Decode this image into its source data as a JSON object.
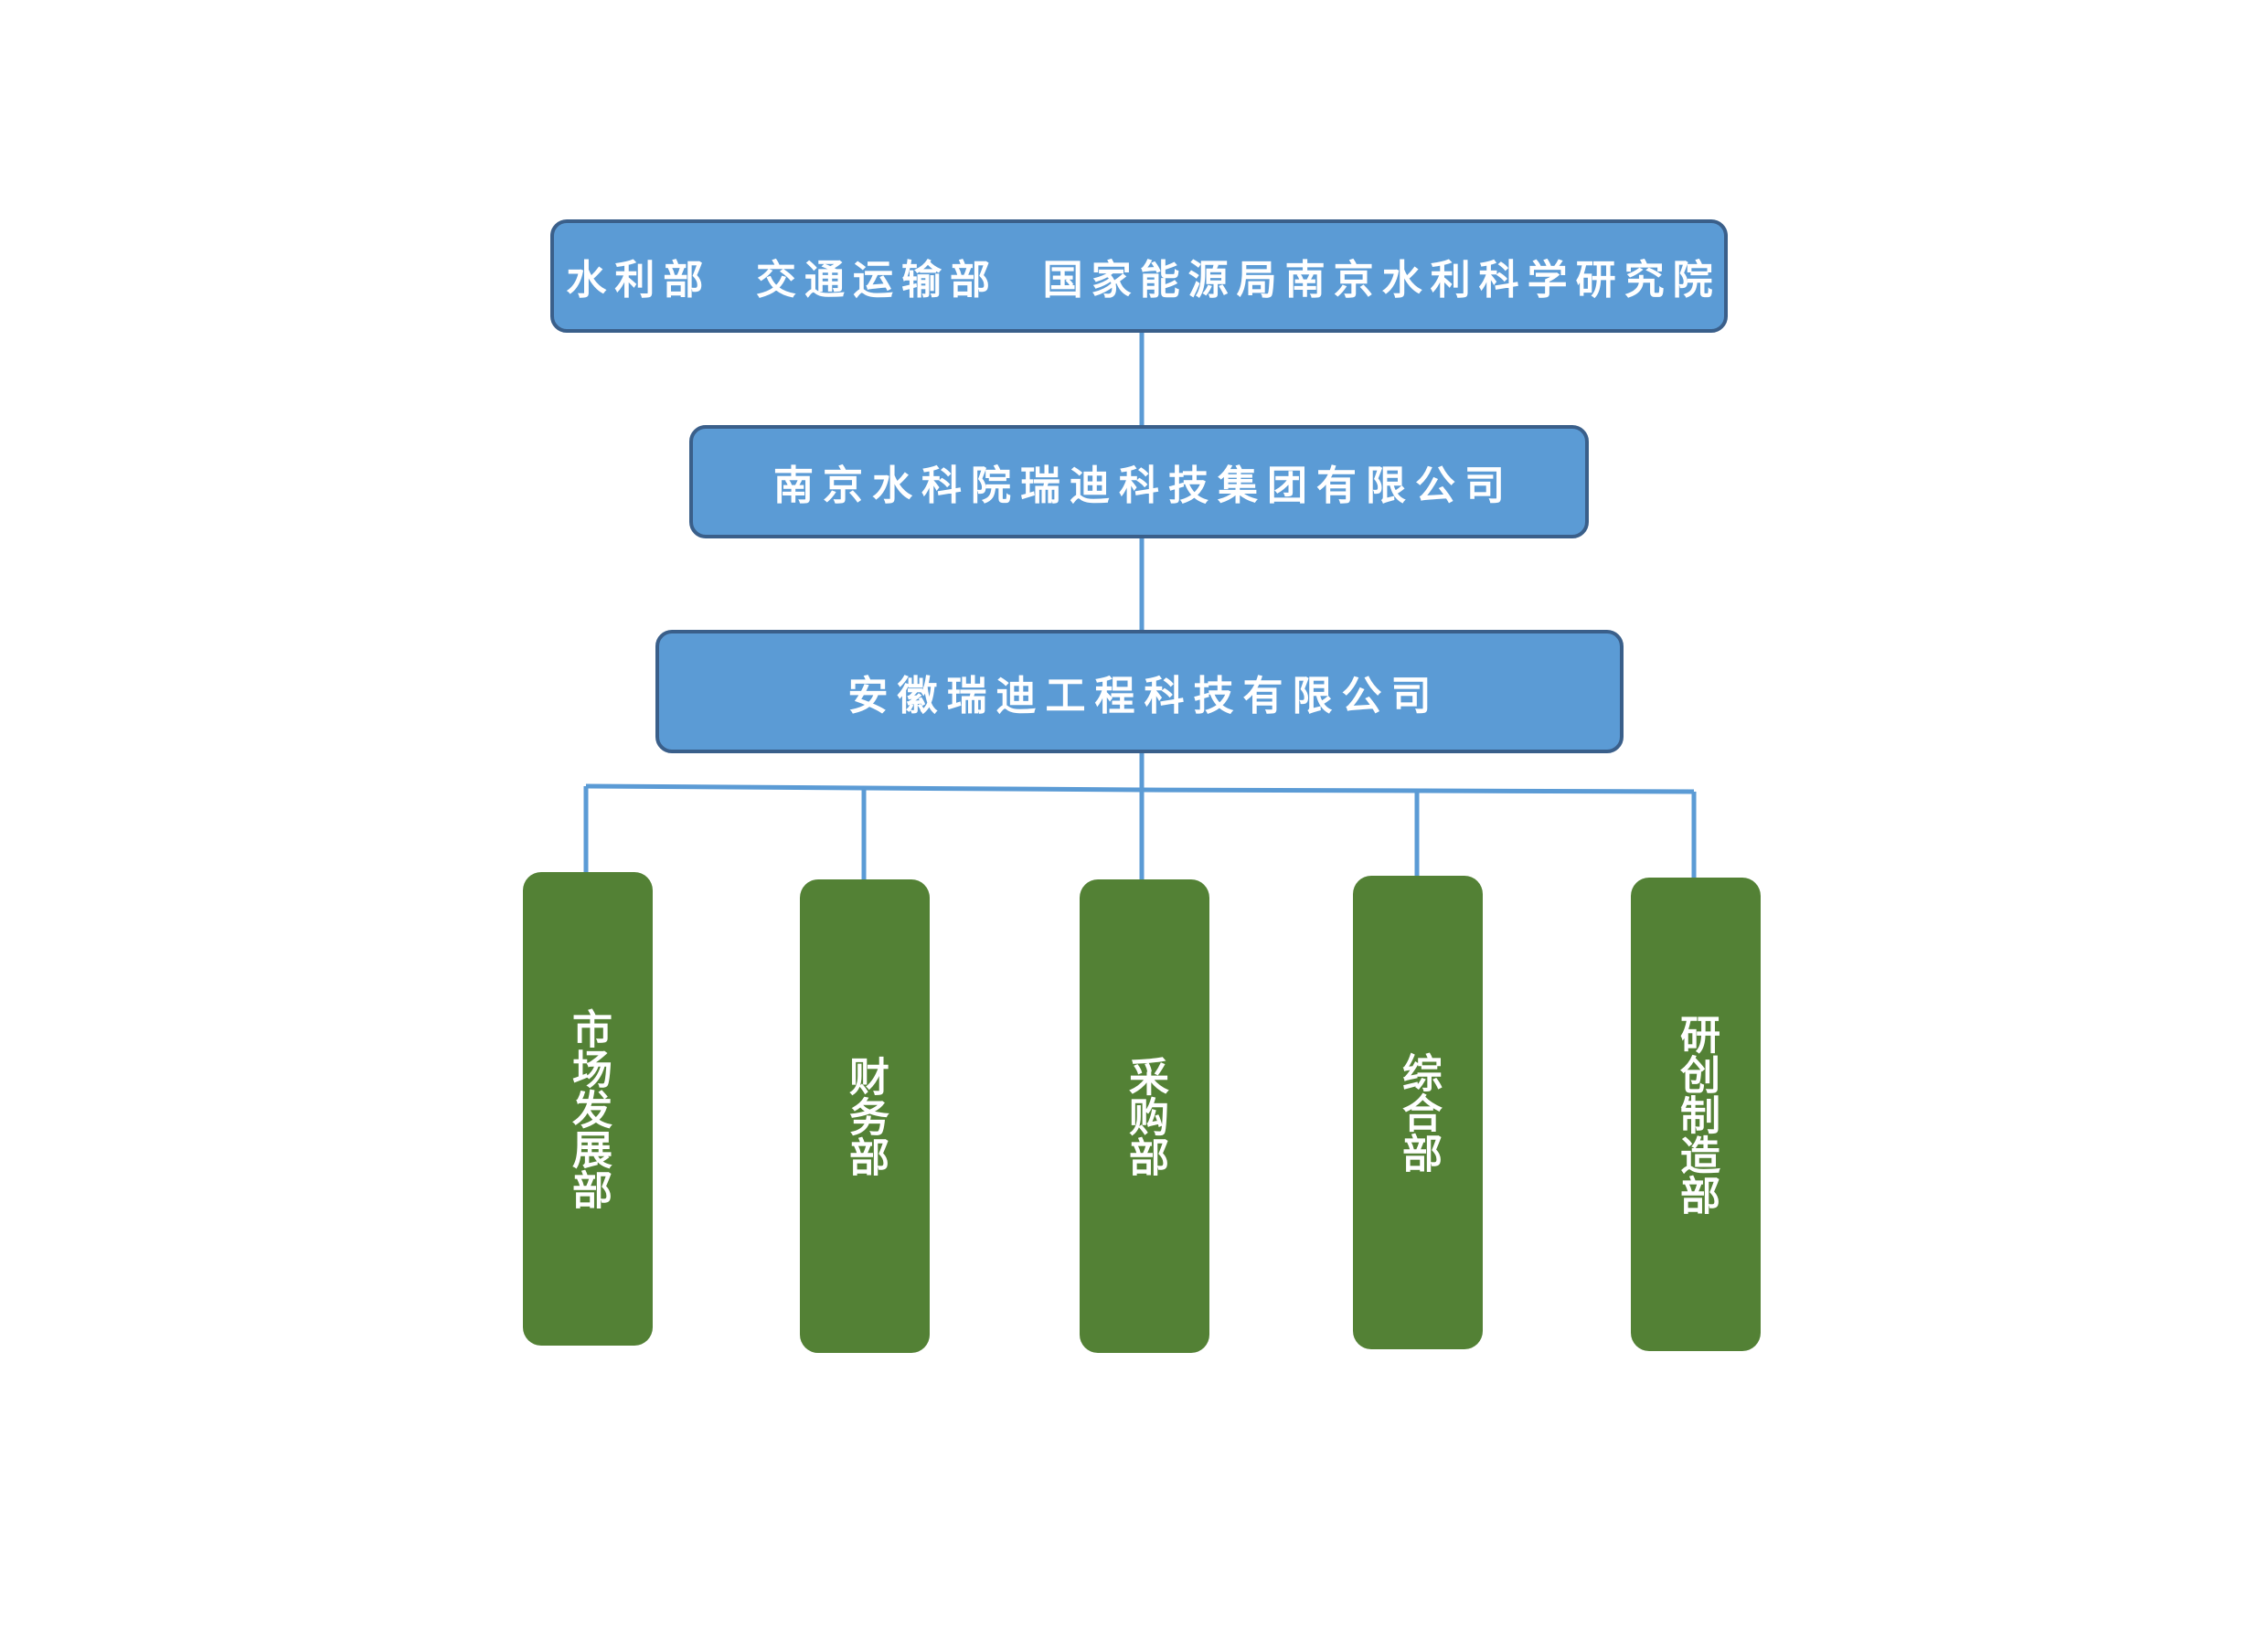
{
  "org_chart": {
    "top": "水利部  交通运输部  国家能源局南京水利科学研究院",
    "group": "南京水科院瑞迪科技集团有限公司",
    "company": "安徽瑞迪工程科技有限公司",
    "departments": [
      "市场发展部",
      "财务部",
      "采购部",
      "综合部",
      "研创制造部"
    ]
  },
  "colors": {
    "box_fill": "#5b9bd5",
    "box_border": "#3a5f8a",
    "dept_fill": "#538135",
    "connector": "#5b9bd5",
    "text": "#ffffff"
  }
}
